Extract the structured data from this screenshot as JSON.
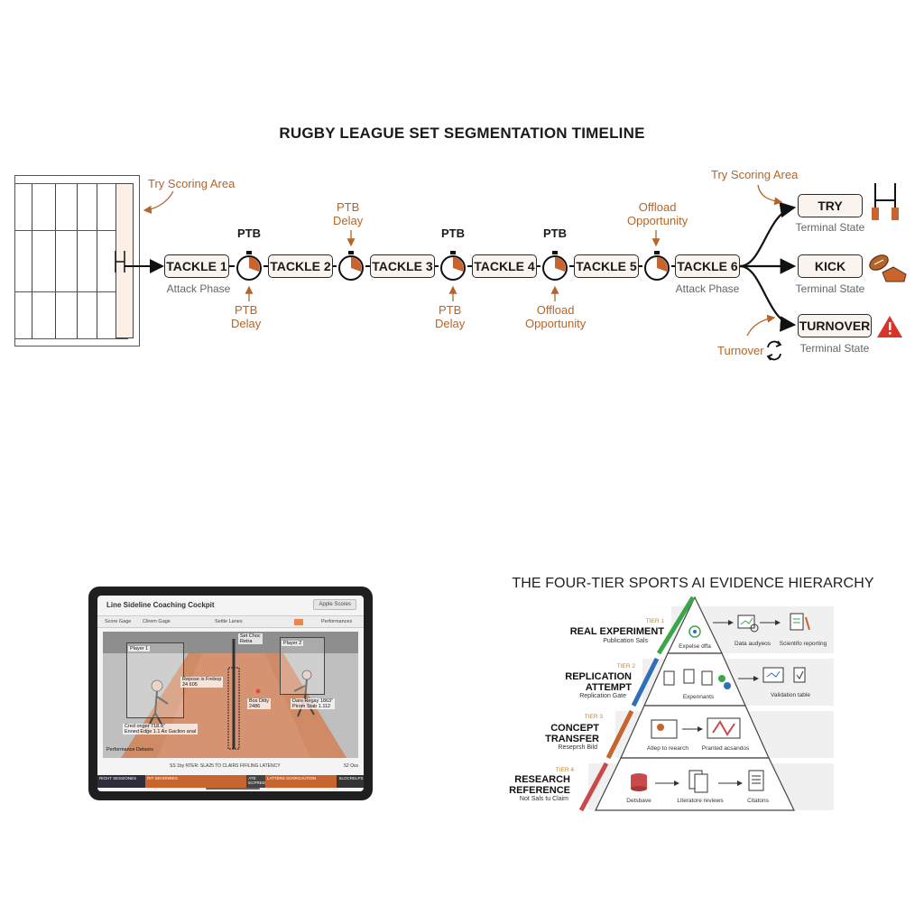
{
  "top": {
    "title": "RUGBY LEAGUE SET SEGMENTATION TIMELINE",
    "try_area_left": "Try Scoring Area",
    "try_area_right": "Try Scoring Area",
    "ptb": "PTB",
    "ptb_delay": "PTB\nDelay",
    "offload": "Offload\nOpportunity",
    "attack_phase": "Attack Phase",
    "tackles": [
      "TACKLE 1",
      "TACKLE 2",
      "TACKLE 3",
      "TACKLE 4",
      "TACKLE 5",
      "TACKLE 6"
    ],
    "outcomes": [
      {
        "label": "TRY",
        "state": "Terminal State"
      },
      {
        "label": "KICK",
        "state": "Terminal State"
      },
      {
        "label": "TURNOVER",
        "state": "Terminal State"
      }
    ],
    "turnover_note": "Turnover",
    "colors": {
      "accent": "#b5652a",
      "box_fill": "#fbf4ee",
      "warning": "#d9342b"
    }
  },
  "tablet": {
    "title": "Line Sideline Coaching Cockpit",
    "button": "Apple Scores",
    "toolbar": [
      "Score Gage",
      "Clirem Gage",
      "Settle Lanes",
      "Performances"
    ],
    "panels": {
      "left_label": "Player 1",
      "right_label": "Player 2",
      "center_top": "Set Choc\nRetra",
      "mid_left": "Repose is Frebop\n24 605",
      "mid_right": "Bos Ditty\n2486",
      "right_stat": "Dare Regay 1863\"\nPirom Stab 1.112",
      "left_stat": "Cred onger 718.9\"\nEnned Edge 1.1 Ax Gaclion anal"
    },
    "perf_label": "Performance Detsors",
    "latency": "SS 1by NTER: SLA25 TO CLAIRS FIFILING LATENCY",
    "latency_value": "52 Oss",
    "bottom_segments": [
      "RIGHT SESSIONES",
      "RIT SEHONRES",
      "ATE ECPREDNTOS",
      "LATTERS SCNRGAUTION",
      "SLOCRELPS"
    ]
  },
  "hierarchy": {
    "title": "THE FOUR-TIER SPORTS AI EVIDENCE HIERARCHY",
    "tiers": [
      {
        "tag": "TIER 1",
        "name": "REAL EXPERIMENT",
        "sub": "Publication Sals",
        "steps": [
          "Expelse dffa",
          "Data audyeos",
          "Scientifo reporting"
        ],
        "color": "#3aa64a"
      },
      {
        "tag": "TIER 2",
        "name": "REPLICATION\nATTEMPT",
        "sub": "Replication Gate",
        "steps": [
          "Expennants",
          "Validation table"
        ],
        "color": "#2f6fb8"
      },
      {
        "tag": "TIER 3",
        "name": "CONCEPT\nTRANSFER",
        "sub": "Reseprsh Bild",
        "steps": [
          "Atlep to reearch",
          "Pranted acsandos"
        ],
        "color": "#c8642e"
      },
      {
        "tag": "TIER 4",
        "name": "RESEARCH\nREFERENCE",
        "sub": "Not Sals tu Claim",
        "steps": [
          "Detsbave",
          "Literatore reviews",
          "Citatons"
        ],
        "color": "#c84a4a"
      }
    ]
  }
}
